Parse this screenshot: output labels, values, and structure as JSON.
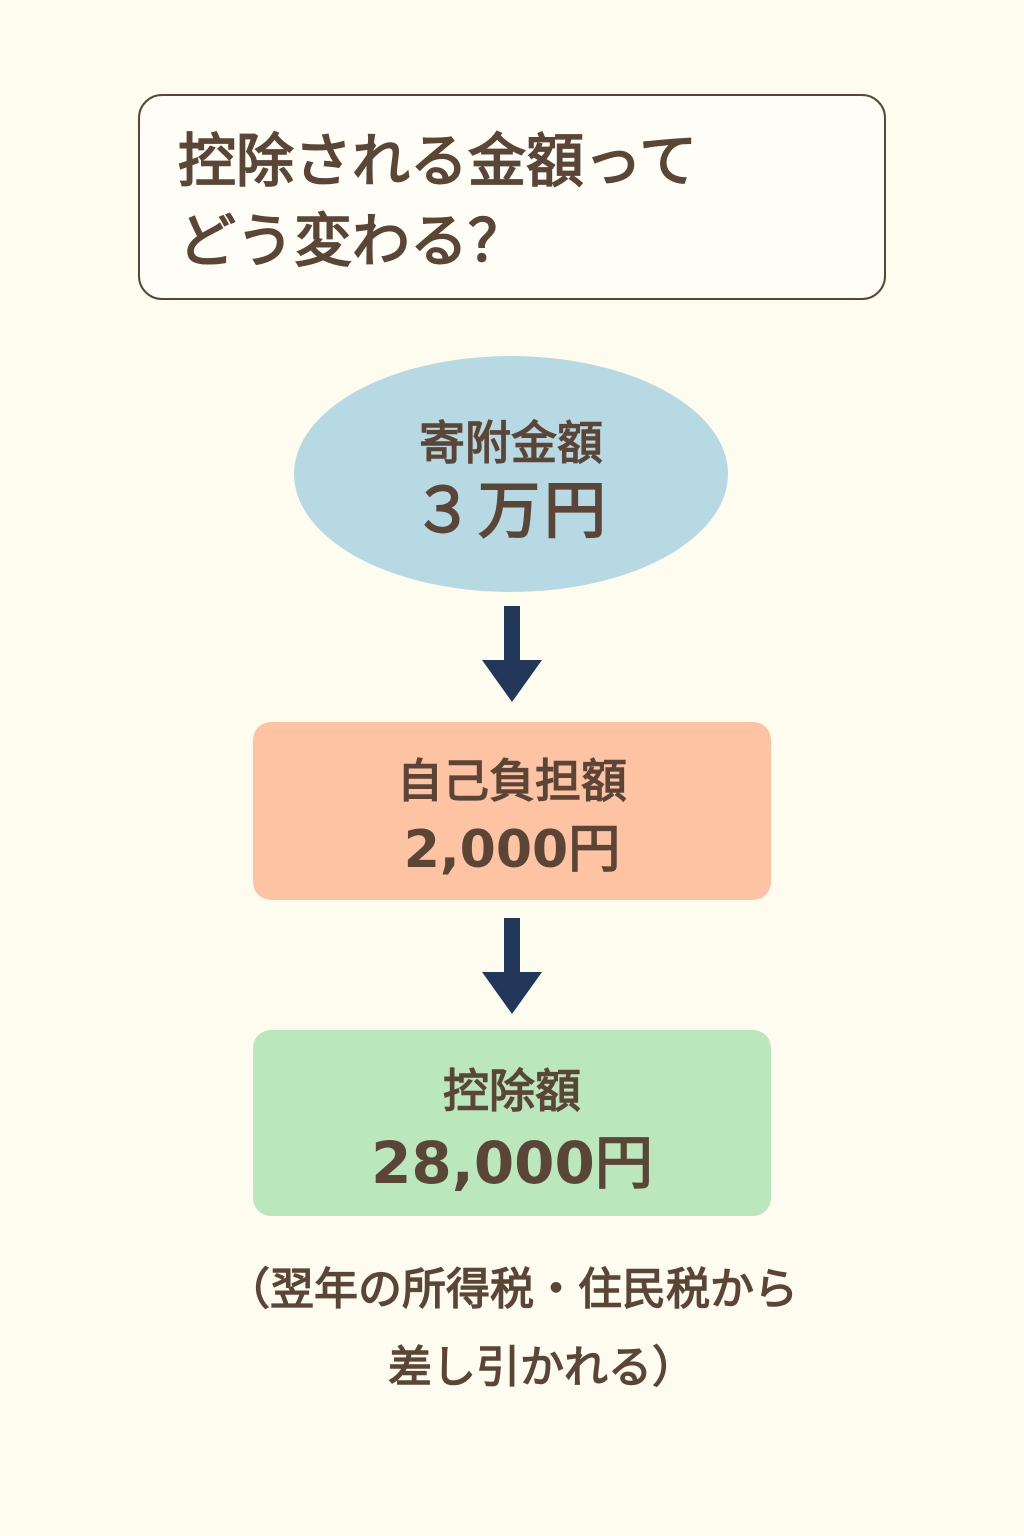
{
  "title": {
    "line1": "控除される金額って",
    "line2": "どう変わる？"
  },
  "nodes": {
    "donation": {
      "label": "寄附金額",
      "value": "３万円"
    },
    "self_pay": {
      "label": "自己負担額",
      "value": "2,000円"
    },
    "deduction": {
      "label": "控除額",
      "value": "28,000円"
    }
  },
  "note": {
    "line1": "（翌年の所得税・住民税から",
    "line2": "差し引かれる）"
  },
  "colors": {
    "background": "#fdfcef",
    "text": "#5a4536",
    "arrow": "#22375a",
    "donation_fill": "#b7d9e4",
    "self_pay_fill": "#fdc3a3",
    "deduction_fill": "#bbe7bc"
  }
}
